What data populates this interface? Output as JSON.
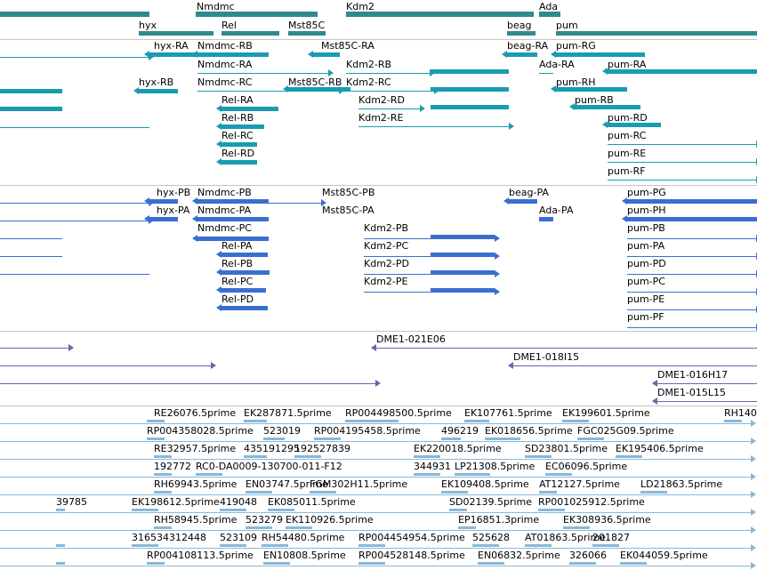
{
  "tracks": [
    {
      "id": "gene-track",
      "line": "#2e8b8b",
      "box": "#2e8b8b",
      "labels": [
        "Nmdmc",
        "Kdm2",
        "Ada",
        "hyx",
        "Rel",
        "Mst85C",
        "beag",
        "pum"
      ],
      "rows": []
    },
    {
      "id": "transcript-track-dmel",
      "line": "#1a9cb0",
      "box": "#1a9cb0",
      "labels": [
        "hyx-RA",
        "Nmdmc-RB",
        "Mst85C-RA",
        "beag-RA",
        "pum-RG",
        "Nmdmc-RA",
        "Kdm2-RB",
        "Ada-RA",
        "pum-RA",
        "hyx-RB",
        "Nmdmc-RC",
        "Mst85C-RB",
        "Kdm2-RC",
        "pum-RH",
        "Rel-RA",
        "Kdm2-RD",
        "pum-RB",
        "Rel-RB",
        "Kdm2-RE",
        "pum-RD",
        "Rel-RC",
        "pum-RC",
        "Rel-RD",
        "pum-RE",
        "pum-RF"
      ],
      "rows": []
    },
    {
      "id": "transcript-track-2",
      "line": "#3a6fd0",
      "box": "#3a6fd0",
      "labels": [
        "hyx-PB",
        "Nmdmc-PB",
        "Mst85C-PB",
        "beag-PA",
        "pum-PG",
        "hyx-PA",
        "Nmdmc-PA",
        "Mst85C-PA",
        "Ada-PA",
        "pum-PH",
        "Nmdmc-PC",
        "Kdm2-PB",
        "pum-PB",
        "Rel-PA",
        "Kdm2-PC",
        "pum-PA",
        "Rel-PB",
        "Kdm2-PD",
        "pum-PD",
        "Rel-PC",
        "Kdm2-PE",
        "pum-PC",
        "Rel-PD",
        "pum-PE",
        "pum-PF"
      ],
      "rows": []
    },
    {
      "id": "bac-track",
      "line": "#7a5cb0",
      "box": "#7a5cb0",
      "labels": [
        "DME1-021E06",
        "DME1-018I15",
        "DME1-016H17",
        "DME1-015L15"
      ],
      "rows": []
    },
    {
      "id": "est-track",
      "line": "#88b8d8",
      "box": "#88b8d8",
      "labels": [
        "RE26076.5prime",
        "EK287871.5prime",
        "RP004498500.5prime",
        "EK107761.5prime",
        "EK199601.5prime",
        "RH140",
        "RP004358028.5prime",
        "523019",
        "RP004195458.5prime",
        "496219",
        "EK018656.5prime",
        "FGC025G09.5prime",
        "RE32957.5prime",
        "435191295",
        "192527839",
        "EK220018.5prime",
        "SD23801.5prime",
        "EK195406.5prime",
        "192772",
        "RC0-DA0009-130700-011-F12",
        "344931",
        "LP21308.5prime",
        "EC06096.5prime",
        "RH69943.5prime",
        "EN03747.5prime",
        "FGM302H11.5prime",
        "EK109408.5prime",
        "AT12127.5prime",
        "LD21863.5prime",
        "39785",
        "EK198612.5prime",
        "419048",
        "EK085011.5prime",
        "SD02139.5prime",
        "RP001025912.5prime",
        "RH58945.5prime",
        "523279",
        "EK110926.5prime",
        "EP16851.3prime",
        "EK308936.5prime",
        "316534",
        "312448",
        "523109",
        "RH54480.5prime",
        "RP004454954.5prime",
        "525628",
        "AT01863.5prime",
        "201827",
        "RP004108113.5prime",
        "EN10808.5prime",
        "RP004528148.5prime",
        "EN06832.5prime",
        "326066",
        "EK044059.5prime"
      ],
      "rows": []
    }
  ]
}
